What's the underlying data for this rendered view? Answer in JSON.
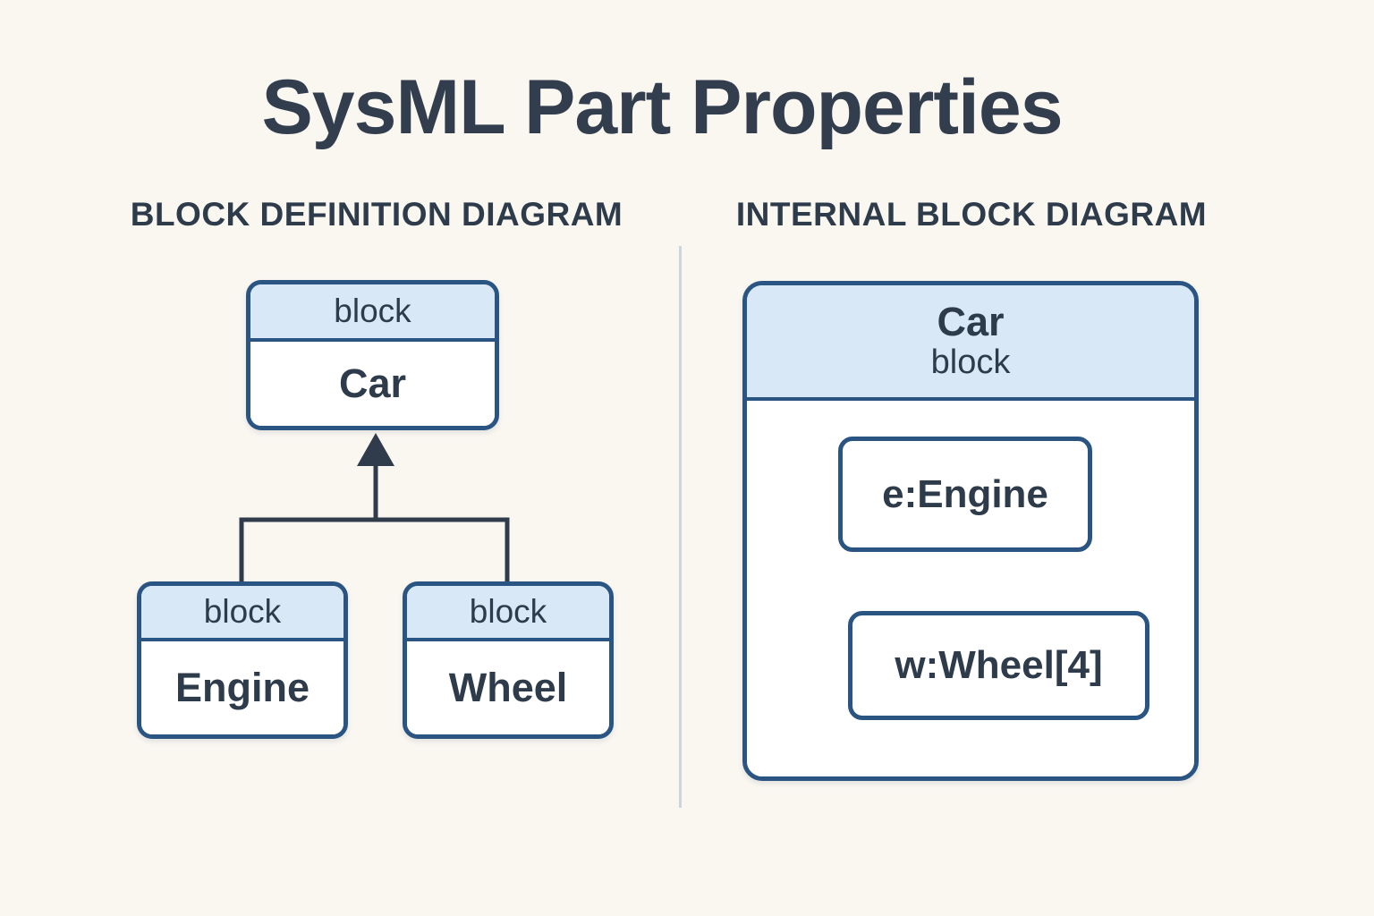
{
  "title": "SysML Part Properties",
  "colors": {
    "background": "#faf7f1",
    "text": "#2e3b4b",
    "block_border": "#2a5583",
    "block_header_fill": "#d8e8f7",
    "block_body_fill": "#ffffff",
    "generalization_line": "#303c4c",
    "part_connector_line": "#2e6095",
    "section_divider": "#ccd4dc"
  },
  "bdd": {
    "heading": "BLOCK DEFINITION DIAGRAM",
    "car": {
      "stereotype": "block",
      "name": "Car"
    },
    "engine": {
      "stereotype": "block",
      "name": "Engine"
    },
    "wheel": {
      "stereotype": "block",
      "name": "Wheel"
    },
    "relationship": "generalization"
  },
  "ibd": {
    "heading": "INTERNAL BLOCK DIAGRAM",
    "block": {
      "name": "Car",
      "stereotype": "block"
    },
    "parts": {
      "engine": {
        "label": "e:Engine"
      },
      "wheel": {
        "label": "w:Wheel[4]"
      }
    }
  }
}
